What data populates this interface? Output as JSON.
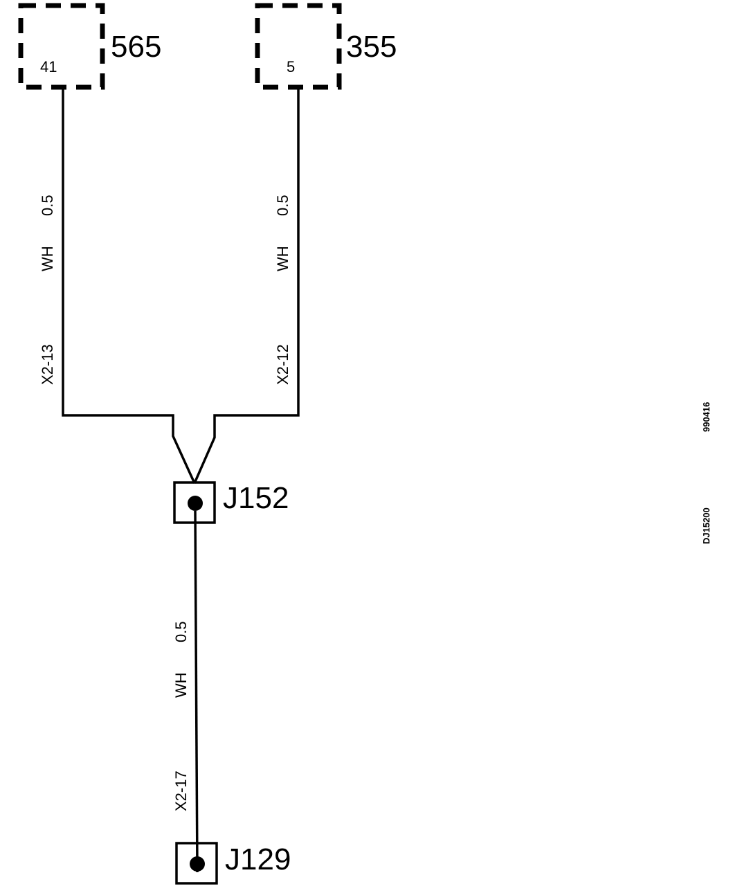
{
  "components": [
    {
      "id": "565",
      "pin": "41"
    },
    {
      "id": "355",
      "pin": "5"
    }
  ],
  "wires": [
    {
      "name": "wire-565-to-j152",
      "gauge": "0.5",
      "color": "WH",
      "connector": "X2-13"
    },
    {
      "name": "wire-355-to-j152",
      "gauge": "0.5",
      "color": "WH",
      "connector": "X2-12"
    },
    {
      "name": "wire-j152-to-j129",
      "gauge": "0.5",
      "color": "WH",
      "connector": "X2-17"
    }
  ],
  "splices": [
    {
      "id": "J152"
    },
    {
      "id": "J129"
    }
  ],
  "reference": {
    "code": "990416",
    "drawing": "DJ15200"
  }
}
